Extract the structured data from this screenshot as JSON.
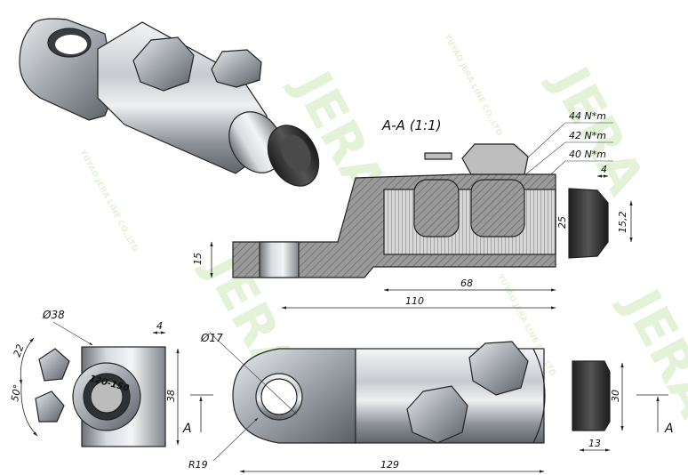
{
  "section": {
    "title": "A-A (1:1)",
    "torques": [
      "44 N*m",
      "42 N*m",
      "40 N*m"
    ]
  },
  "dims": {
    "d38": "Ø38",
    "d17": "Ø17",
    "r19": "R19",
    "len129": "129",
    "len110": "110",
    "len68": "68",
    "w25": "25",
    "h15": "15",
    "cap4": "4",
    "cap15_2": "15,2",
    "side38": "38",
    "side4": "4",
    "ang22": "22",
    "ang50": "50°",
    "plug30": "30",
    "plug13": "13",
    "cutA": "A"
  },
  "marking": {
    "range": "120-150"
  },
  "watermark": {
    "brand": "JERA",
    "company": "YUYAO JERA LINE CO.,LTD"
  },
  "colors": {
    "metal": "#b9bec4",
    "hatch": "#6b6b6b",
    "plug": "#2b2b2b",
    "watermark": "#cfe8b8"
  }
}
